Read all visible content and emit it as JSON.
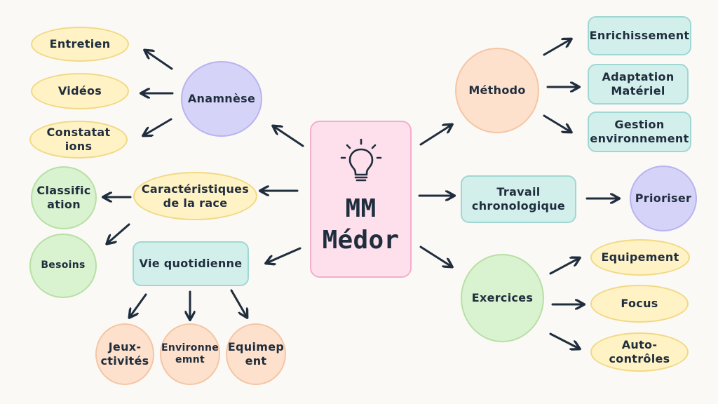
{
  "center": {
    "line1": "MM",
    "line2": "Médor",
    "icon": "lightbulb-icon"
  },
  "left": {
    "anamnese": {
      "label": "Anamnèse",
      "children": [
        "Entretien",
        "Vidéos",
        "Constatat\nions"
      ]
    },
    "race": {
      "label": "Caractéristiques\nde la race",
      "children": [
        "Classific\nation",
        "Besoins"
      ]
    },
    "vie": {
      "label": "Vie quotidienne",
      "children": [
        "Jeux-\nctivités",
        "Environne\nemnt",
        "Equimep\nent"
      ]
    }
  },
  "right": {
    "methodo": {
      "label": "Méthodo",
      "children": [
        "Enrichissement",
        "Adaptation\nMatériel",
        "Gestion\nenvironnement"
      ]
    },
    "travail": {
      "label": "Travail\nchronologique",
      "children": [
        "Prioriser"
      ]
    },
    "exercices": {
      "label": "Exercices",
      "children": [
        "Equipement",
        "Focus",
        "Auto-\ncontrôles"
      ]
    }
  },
  "colors": {
    "arrow": "#1f2d3d",
    "lavender": "#d6d3f9",
    "yellow": "#fff2c4",
    "green": "#d9f2cf",
    "teal": "#d3efec",
    "peach": "#fde1cc",
    "pink": "#fde0ec"
  }
}
